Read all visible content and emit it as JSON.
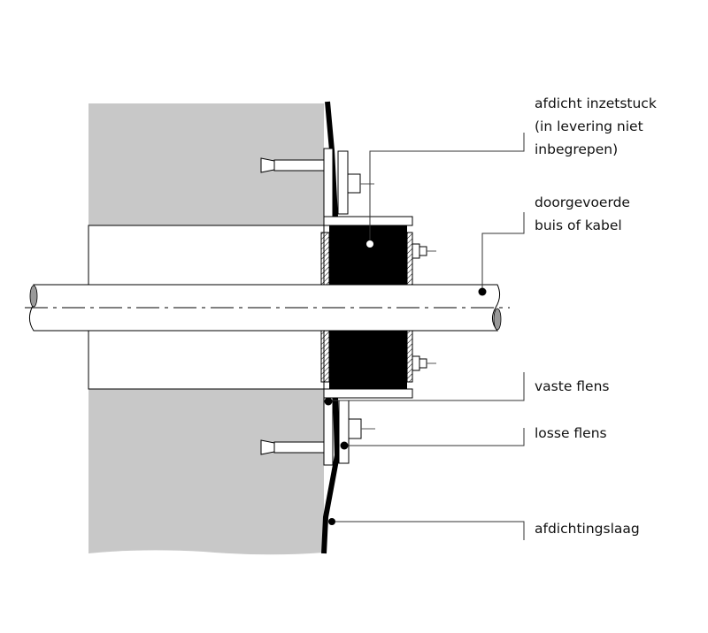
{
  "labels": {
    "insert": [
      "afdicht inzetstuck",
      "(in levering niet",
      "inbegrepen)"
    ],
    "pipe": [
      "doorgevoerde",
      "buis of kabel"
    ],
    "fixed_flange": "vaste flens",
    "loose_flange": "losse flens",
    "sealing_layer": "afdichtingslaag"
  },
  "colors": {
    "wall": "#c8c8c8",
    "rubber": "#000000",
    "line": "#111111"
  }
}
